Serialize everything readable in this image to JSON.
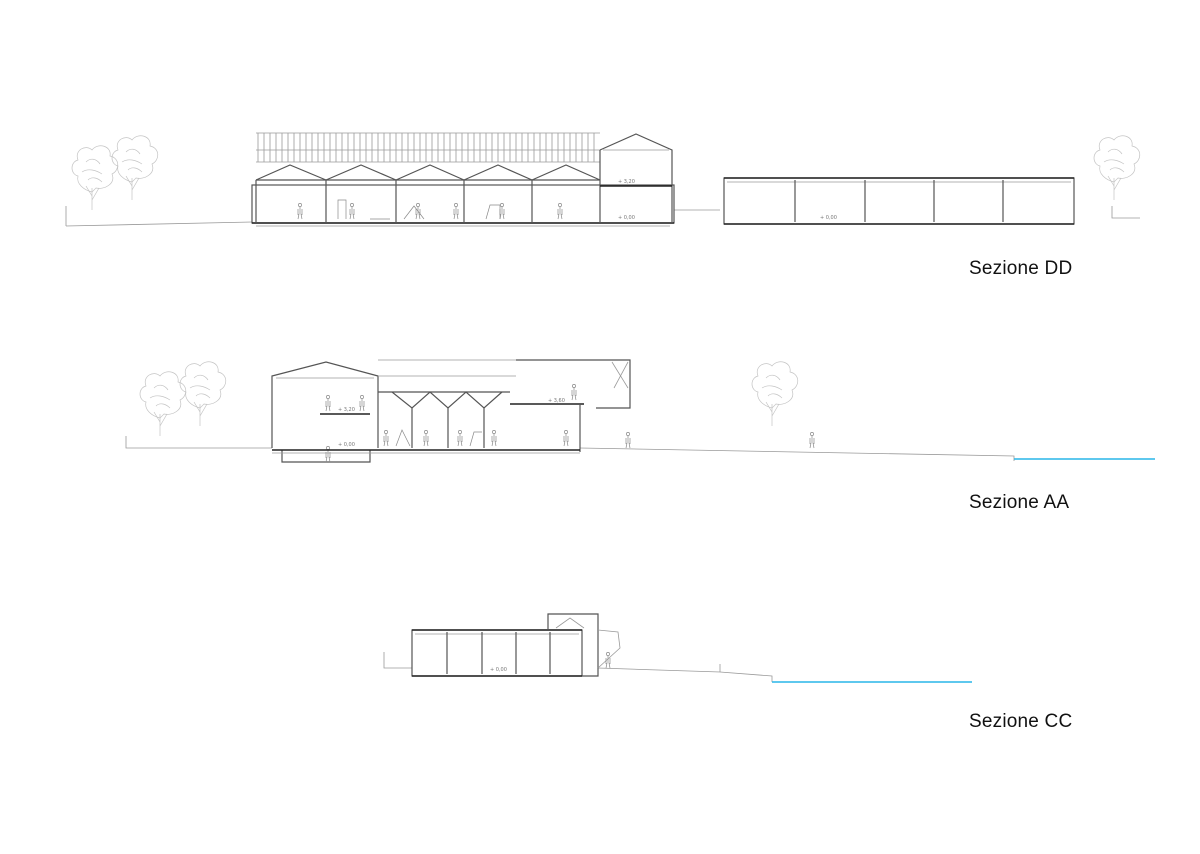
{
  "sections": [
    {
      "id": "DD",
      "title": "Sezione DD",
      "levels": [
        "+ 3,20",
        "+ 0,00",
        "+ 0,00"
      ]
    },
    {
      "id": "AA",
      "title": "Sezione AA",
      "levels": [
        "+ 3,20",
        "+ 3,60",
        "+ 0,00"
      ]
    },
    {
      "id": "CC",
      "title": "Sezione CC",
      "levels": [
        "+ 0,00"
      ]
    }
  ],
  "colors": {
    "line": "#9a9a9a",
    "cut": "#222222",
    "tree": "#c4c4c4",
    "water": "#29b6e8"
  }
}
